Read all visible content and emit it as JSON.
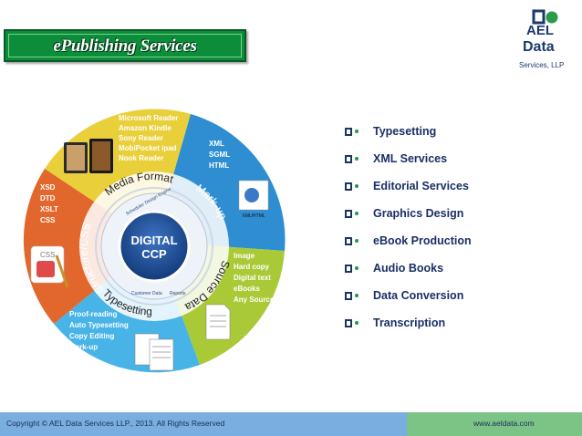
{
  "title": "ePublishing Services",
  "logo": {
    "line1": "AEL",
    "line2": "Data",
    "line3": "Services, LLP"
  },
  "wheel": {
    "center_line1": "DIGITAL",
    "center_line2": "CCP",
    "segments": {
      "media_format": {
        "label": "Media Format",
        "items": [
          "Microsoft Reader",
          "Amazon Kindle",
          "Sony Reader",
          "MobiPocket ipad",
          "Nook Reader"
        ]
      },
      "markup": {
        "label": "Mark-up",
        "items": [
          "XML",
          "SGML",
          "HTML"
        ],
        "icon_label": "XML/HTML"
      },
      "source_data": {
        "label": "Source Data",
        "items": [
          "Image",
          "Hard copy",
          "Digital text",
          "eBooks",
          "Any Source"
        ]
      },
      "typesetting": {
        "label": "Typesetting",
        "items": [
          "Proof-reading",
          "Auto Typesetting",
          "Copy Editing",
          "Mark-up"
        ]
      },
      "structure": {
        "label": "Structure/CSS",
        "items": [
          "XSD",
          "DTD",
          "XSLT",
          "CSS"
        ],
        "icon_label": "CSS"
      }
    },
    "ring_labels": [
      "Scheduler Design Engine",
      "Customer Data",
      "Reports"
    ]
  },
  "services": [
    "Typesetting",
    "XML Services",
    "Editorial Services",
    "Graphics Design",
    "eBook Production",
    "Audio Books",
    "Data Conversion",
    "Transcription"
  ],
  "footer": {
    "copyright": "Copyright © AEL Data Services LLP., 2013. All Rights Reserved",
    "url": "www.aeldata.com"
  },
  "colors": {
    "banner": "#0b8d3a",
    "media_format": "#e9cf3a",
    "markup": "#2e8ed1",
    "source_data": "#a9c936",
    "typesetting": "#47b3e6",
    "structure": "#e2672d",
    "center": "#1f4a8f",
    "bullet_text": "#1a2f66"
  }
}
